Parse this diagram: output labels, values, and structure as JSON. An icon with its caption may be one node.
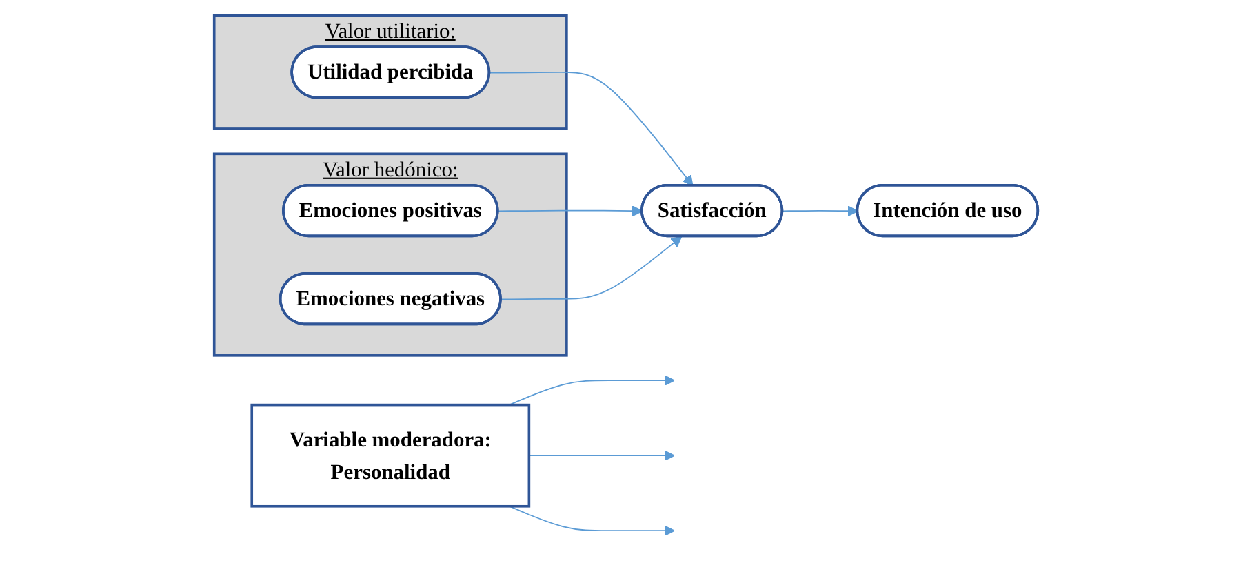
{
  "diagram": {
    "nodes": [
      {
        "text": [
          "Valor utilitario:"
        ]
      },
      {
        "text": [
          "Utilidad percibida"
        ],
        "in": 0
      },
      {
        "text": [
          "Valor hedónico:"
        ]
      },
      {
        "text": [
          "Emociones positivas"
        ],
        "in": 2
      },
      {
        "text": [
          "Emociones negativas"
        ],
        "in": 2
      },
      {
        "text": [
          "Variable moderadora:",
          "Personalidad"
        ]
      },
      {
        "text": [
          "Satisfacción"
        ]
      },
      {
        "text": [
          "Intención de uso"
        ]
      }
    ],
    "edges": [
      {
        "from": 1,
        "to": 6,
        "arrow": "to"
      },
      {
        "from": 3,
        "to": 6,
        "arrow": "to"
      },
      {
        "from": 4,
        "to": 6,
        "arrow": "to"
      },
      {
        "from": 6,
        "to": 7,
        "arrow": "to"
      },
      {
        "from": 5,
        "to": null,
        "arrow": "to"
      },
      {
        "from": 5,
        "to": null,
        "arrow": "to"
      },
      {
        "from": 5,
        "to": null,
        "arrow": "to"
      }
    ]
  }
}
